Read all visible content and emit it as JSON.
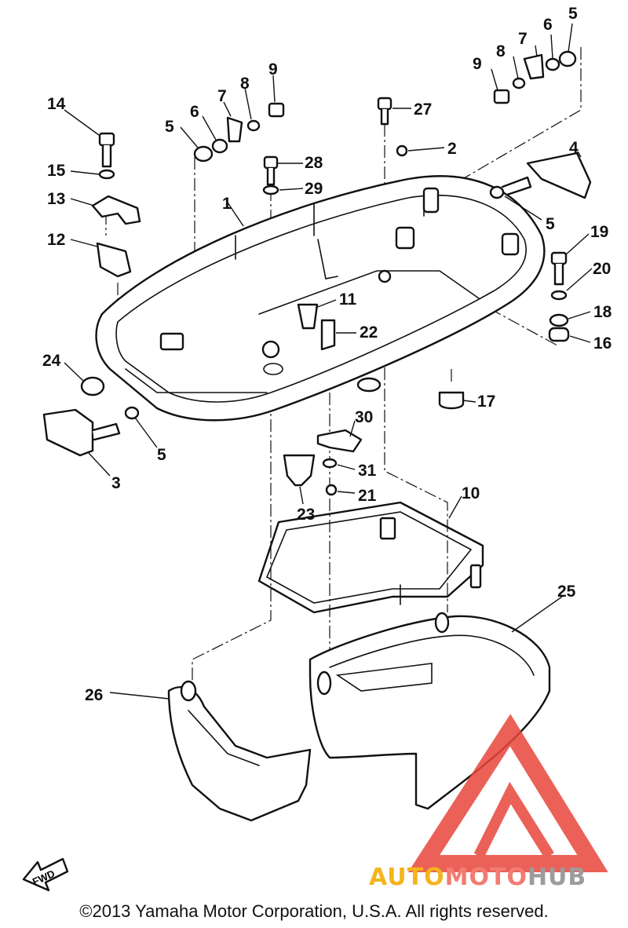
{
  "callouts": [
    {
      "id": "c1",
      "text": "1"
    },
    {
      "id": "c2",
      "text": "2"
    },
    {
      "id": "c3",
      "text": "3"
    },
    {
      "id": "c4",
      "text": "4"
    },
    {
      "id": "c5a",
      "text": "5"
    },
    {
      "id": "c5b",
      "text": "5"
    },
    {
      "id": "c5c",
      "text": "5"
    },
    {
      "id": "c5d",
      "text": "5"
    },
    {
      "id": "c6a",
      "text": "6"
    },
    {
      "id": "c6b",
      "text": "6"
    },
    {
      "id": "c7a",
      "text": "7"
    },
    {
      "id": "c7b",
      "text": "7"
    },
    {
      "id": "c8a",
      "text": "8"
    },
    {
      "id": "c8b",
      "text": "8"
    },
    {
      "id": "c9a",
      "text": "9"
    },
    {
      "id": "c9b",
      "text": "9"
    },
    {
      "id": "c10",
      "text": "10"
    },
    {
      "id": "c11",
      "text": "11"
    },
    {
      "id": "c12",
      "text": "12"
    },
    {
      "id": "c13",
      "text": "13"
    },
    {
      "id": "c14",
      "text": "14"
    },
    {
      "id": "c15",
      "text": "15"
    },
    {
      "id": "c16",
      "text": "16"
    },
    {
      "id": "c17",
      "text": "17"
    },
    {
      "id": "c18",
      "text": "18"
    },
    {
      "id": "c19",
      "text": "19"
    },
    {
      "id": "c20",
      "text": "20"
    },
    {
      "id": "c21",
      "text": "21"
    },
    {
      "id": "c22",
      "text": "22"
    },
    {
      "id": "c23",
      "text": "23"
    },
    {
      "id": "c24",
      "text": "24"
    },
    {
      "id": "c25",
      "text": "25"
    },
    {
      "id": "c26",
      "text": "26"
    },
    {
      "id": "c27",
      "text": "27"
    },
    {
      "id": "c28",
      "text": "28"
    },
    {
      "id": "c29",
      "text": "29"
    },
    {
      "id": "c30",
      "text": "30"
    },
    {
      "id": "c31",
      "text": "31"
    }
  ],
  "fwd_label": "FWD",
  "copyright": "©2013 Yamaha Motor Corporation, U.S.A. All rights reserved.",
  "watermark": {
    "part1": "AUTO",
    "part2": "MOTO",
    "part3": "HUB",
    "logo": "automotohub-logo"
  },
  "colors": {
    "line": "#111111",
    "watermark_red": "#e8463c",
    "watermark_yellow": "#f3b41c",
    "watermark_gray": "#9c9c9c"
  }
}
